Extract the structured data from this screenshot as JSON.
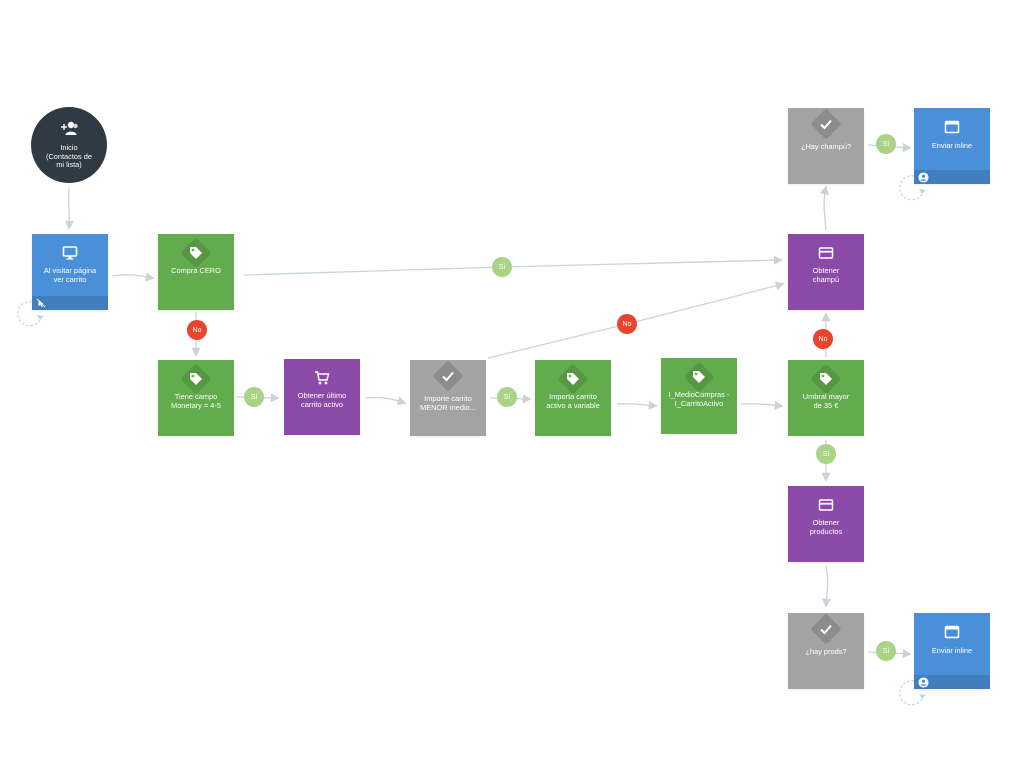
{
  "colors": {
    "blue": "#4a90d9",
    "green": "#62ac4e",
    "purple": "#8c4aa8",
    "gray": "#a3a3a3",
    "dark": "#2f3a43",
    "yes": "#a9d385",
    "no": "#e8452c",
    "connector": "#c9d3dc"
  },
  "start": {
    "label": "Inicio\n(Contactos de\nmi lista)",
    "icon": "add-users-icon"
  },
  "nodes": {
    "visit": {
      "label": "Al visitar página\nver carrito",
      "icon": "monitor-icon",
      "footer_icon": "no-click-icon"
    },
    "compra_cero": {
      "label": "Compra CERO",
      "icon": "tag-icon"
    },
    "monetary": {
      "label": "Tiene campo\nMonetary = 4-5",
      "icon": "tag-icon"
    },
    "ultimo_carrito": {
      "label": "Obtener último\ncarrito activo",
      "icon": "cart-icon"
    },
    "importe_menor": {
      "label": "Importe carrito\nMENOR medio...",
      "icon": "check-icon"
    },
    "importa_variable": {
      "label": "Importa carrito\nactivo a variable",
      "icon": "tag-icon"
    },
    "medio_compras": {
      "label": "I_MedioCompras -\nI_CarritoActivo",
      "icon": "tag-icon"
    },
    "umbral": {
      "label": "Umbral mayor\nde 35 €",
      "icon": "tag-icon"
    },
    "champu": {
      "label": "Obtener\nchampú",
      "icon": "card-icon"
    },
    "hay_champu": {
      "label": "¿Hay champú?",
      "icon": "check-icon"
    },
    "enviar_1": {
      "label": "Enviar inline",
      "icon": "window-icon",
      "footer_icon": "user-icon"
    },
    "productos": {
      "label": "Obtener\nproductos",
      "icon": "card-icon"
    },
    "hay_prods": {
      "label": "¿hay prods?",
      "icon": "check-icon"
    },
    "enviar_2": {
      "label": "Enviar inline",
      "icon": "window-icon",
      "footer_icon": "user-icon"
    }
  },
  "badges": {
    "yes": "Sí",
    "no": "No"
  }
}
